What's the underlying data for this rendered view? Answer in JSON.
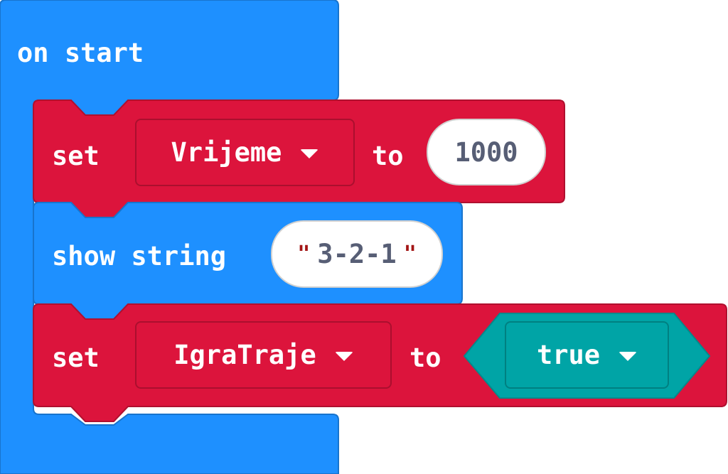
{
  "colors": {
    "basic": "#1e90ff",
    "variables": "#dc143c",
    "logic": "#00a4a6",
    "text_dark": "#575e75",
    "quote": "#a31515"
  },
  "event_block": {
    "label": "on start"
  },
  "blocks": [
    {
      "type": "variables_set",
      "label": "set",
      "variable": "Vrijeme",
      "connector": "to",
      "value": "1000"
    },
    {
      "type": "show_string",
      "label": "show string",
      "open_quote": "\"",
      "value": "3-2-1",
      "close_quote": "\""
    },
    {
      "type": "variables_set",
      "label": "set",
      "variable": "IgraTraje",
      "connector": "to",
      "value": "true"
    }
  ]
}
